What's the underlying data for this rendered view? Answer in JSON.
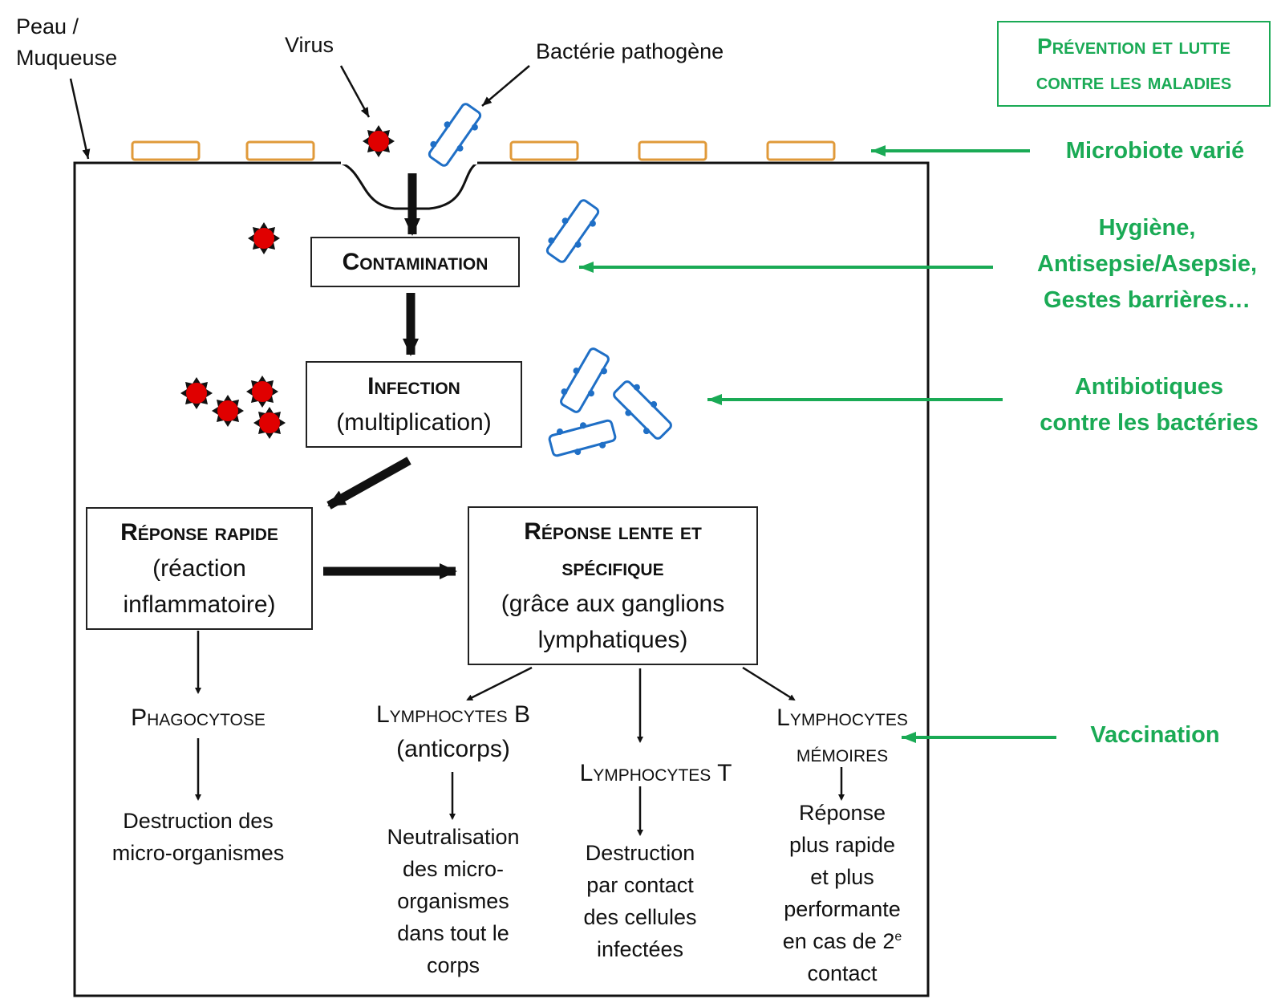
{
  "labels": {
    "skin": "Peau /\nMuqueuse",
    "virus": "Virus",
    "bacteria": "Bactérie pathogène"
  },
  "header_box": "Prévention et lutte\ncontre les maladies",
  "steps": {
    "contamination": "Contamination",
    "infection_title": "Infection",
    "infection_sub": "(multiplication)",
    "fast_title": "Réponse rapide",
    "fast_sub": "(réaction\ninflammatoire)",
    "slow_title": "Réponse lente et\nspécifique",
    "slow_sub": "(grâce aux ganglions\nlymphatiques)"
  },
  "outcomes": {
    "phagocytose": "Phagocytose",
    "phago_result": "Destruction des\nmicro-organismes",
    "lymph_b": "Lymphocytes B",
    "lymph_b_sub": "(anticorps)",
    "lymph_b_result": "Neutralisation\ndes micro-\norganismes\ndans tout le\ncorps",
    "lymph_t": "Lymphocytes T",
    "lymph_t_result": "Destruction\npar contact\ndes cellules\ninfectées",
    "lymph_m": "Lymphocytes\nmémoires",
    "lymph_m_result": "Réponse\nplus rapide\net plus\nperformante\nen cas de 2",
    "lymph_m_sup": "e",
    "lymph_m_result_end": "\ncontact"
  },
  "prevention": {
    "microbiote": "Microbiote varié",
    "hygiene": "Hygiène,\nAntisepsie/Asepsie,\nGestes barrières…",
    "antibiotiques": "Antibiotiques\ncontre les bactéries",
    "vaccination": "Vaccination"
  },
  "colors": {
    "green": "#1aaa55",
    "virus": "#e00000",
    "bacteria": "#1f6fc6",
    "flora": "#e09a3a"
  }
}
